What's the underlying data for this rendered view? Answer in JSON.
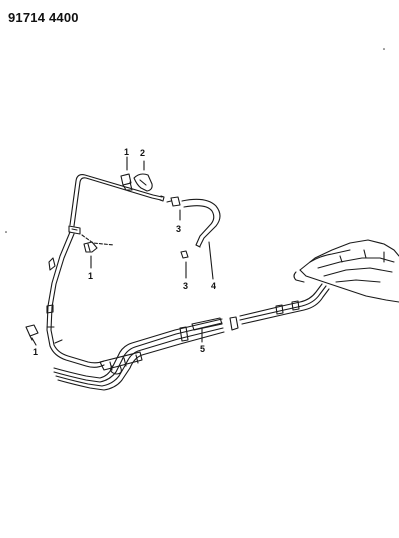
{
  "diagram": {
    "header_code": "91714 4400",
    "callouts": [
      {
        "id": "c1a",
        "text": "1"
      },
      {
        "id": "c2",
        "text": "2"
      },
      {
        "id": "c3a",
        "text": "3"
      },
      {
        "id": "c1b",
        "text": "1"
      },
      {
        "id": "c3b",
        "text": "3"
      },
      {
        "id": "c4",
        "text": "4"
      },
      {
        "id": "c5",
        "text": "5"
      },
      {
        "id": "c1c",
        "text": "1"
      }
    ]
  }
}
